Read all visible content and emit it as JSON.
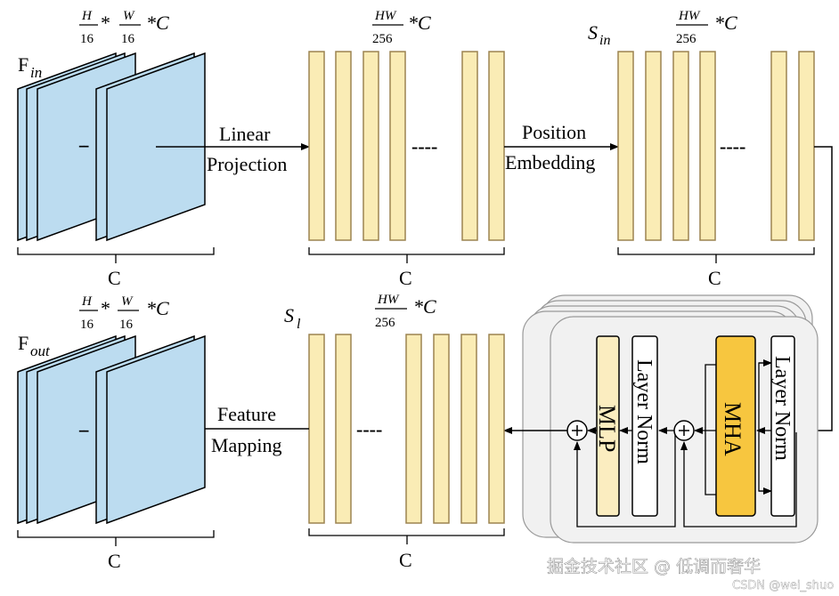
{
  "top_input": {
    "name": "F",
    "sub": "in",
    "dim_h_num": "H",
    "dim_h_den": "16",
    "dim_w_num": "W",
    "dim_w_den": "16",
    "mul1": "*",
    "mul2": "*C",
    "brace_label": "C"
  },
  "linear_projection": {
    "line1": "Linear",
    "line2": "Projection"
  },
  "tokens_1": {
    "frac_num": "HW",
    "frac_den": "256",
    "mul": "*C",
    "brace_label": "C"
  },
  "position_embedding": {
    "line1": "Position",
    "line2": "Embedding"
  },
  "tokens_2": {
    "name": "S",
    "sub": "in",
    "frac_num": "HW",
    "frac_den": "256",
    "mul": "*C",
    "brace_label": "C"
  },
  "bottom_output": {
    "name": "F",
    "sub": "out",
    "dim_h_num": "H",
    "dim_h_den": "16",
    "dim_w_num": "W",
    "dim_w_den": "16",
    "mul1": "*",
    "mul2": "*C",
    "brace_label": "C"
  },
  "feature_mapping": {
    "line1": "Feature",
    "line2": "Mapping"
  },
  "tokens_3": {
    "name": "S",
    "sub": "l",
    "frac_num": "HW",
    "frac_den": "256",
    "mul": "*C",
    "brace_label": "C"
  },
  "transformer": {
    "mlp": "MLP",
    "layer_norm_1": "Layer Norm",
    "mha": "MHA",
    "layer_norm_2": "Layer Norm"
  },
  "ellipsis": "----",
  "dash": "-",
  "watermark": {
    "main": "掘金技术社区 @ 低调而奢华",
    "sub": "CSDN @wei_shuo"
  },
  "colors": {
    "feature_map": "#bcdcf0",
    "token": "#faecb5",
    "token_border": "#9c8450",
    "mha": "#f7c63f",
    "mlp": "#fbedc0",
    "block_bg": "#f1f1f1"
  }
}
